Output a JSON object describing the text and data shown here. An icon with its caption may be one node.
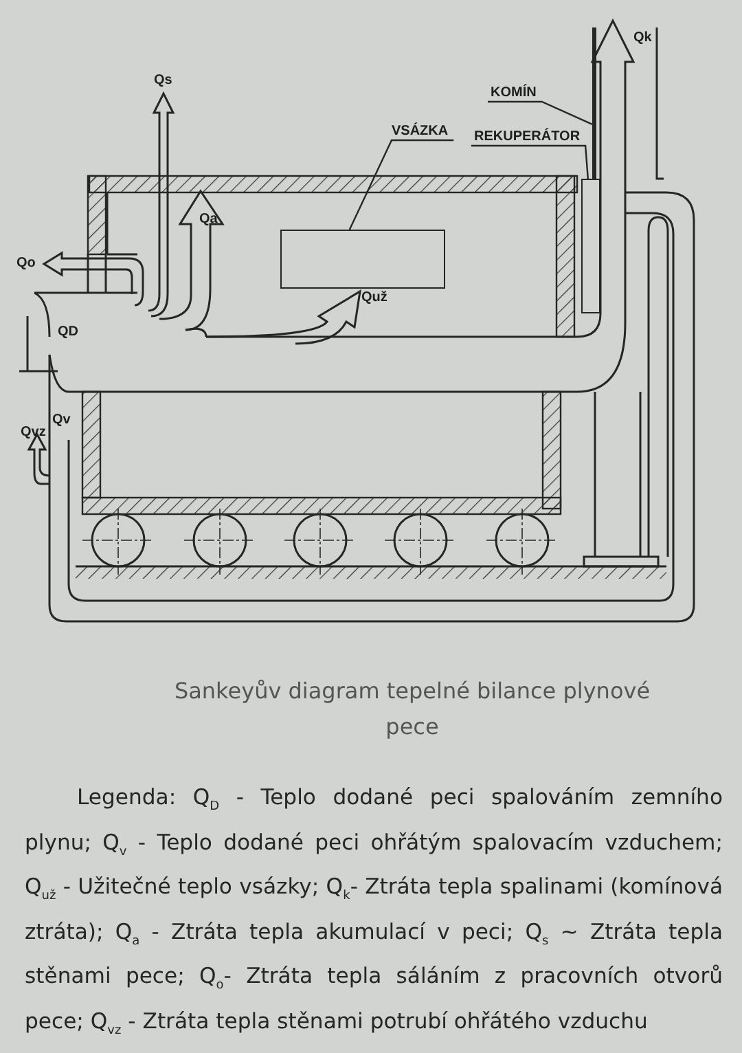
{
  "diagram": {
    "caption": "Sankeyův diagram tepelné bilance plynové pece",
    "nodes": [
      {
        "text": [
          "VSÁZKA"
        ]
      },
      {
        "text": [],
        "shape": "box"
      },
      {
        "text": [
          "KOMÍN"
        ]
      },
      {
        "text": [],
        "shape": "bar"
      },
      {
        "text": [
          "REKUPERÁTOR"
        ]
      },
      {
        "text": [],
        "shape": "box"
      }
    ],
    "edges": [
      {
        "from": 0,
        "to": 1,
        "arrow": "none"
      },
      {
        "from": 2,
        "to": 3,
        "arrow": "none"
      },
      {
        "from": 4,
        "to": 5,
        "arrow": "none"
      }
    ],
    "labels": [
      "Qs",
      "Qa",
      "Qo",
      "Quž",
      "Qk",
      "QD",
      "Qv",
      "Qvz",
      "Legenda: Q$_{D}$ - Teplo dodané peci spalováním zemního plynu; Q$_{v}$ - Teplo dodané peci ohřátým spalovacím vzduchem; Q$_{už}$ - Užitečné teplo vsázky; Q$_{k}$- Ztráta tepla spalinami (komínová ztráta); Q$_{a}$ - Ztráta tepla akumulací v peci; Q$_{s}$ ~ Ztráta tepla stěnami pece; Q$_{o}$- Ztráta tepla sáláním z pracovních otvorů pece; Q$_{vz}$ - Ztráta tepla stěnami potrubí ohřátého vzduchu"
    ]
  }
}
